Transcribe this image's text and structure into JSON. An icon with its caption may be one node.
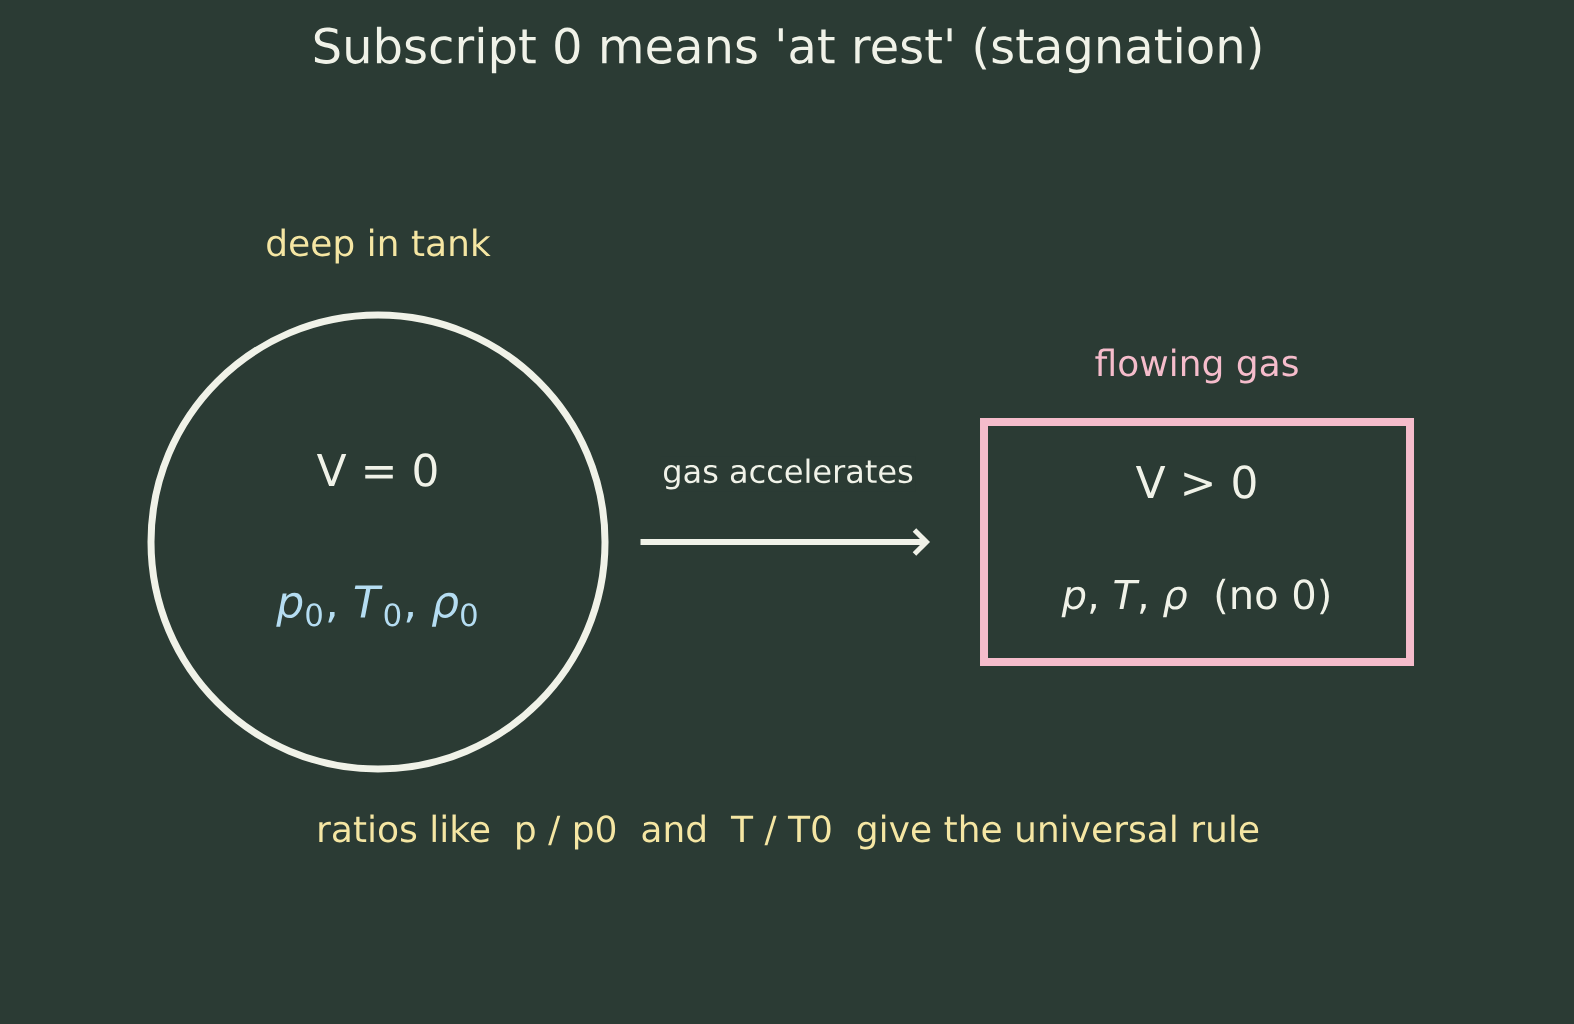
{
  "diagram": {
    "title": "Subscript 0 means 'at rest' (stagnation)",
    "nodes": [
      {
        "text": [
          "V = 0",
          "*p*$_{0}$, *T*$_{0}$, *ρ*$_{0}$"
        ],
        "beside": [
          "deep in tank"
        ]
      },
      {
        "text": [
          "V > 0",
          "*p*, *T*, *ρ*  (no 0)"
        ],
        "beside": [
          "flowing gas"
        ]
      }
    ],
    "edges": [
      {
        "from": 0,
        "to": 1,
        "arrow": "to",
        "label": "gas accelerates"
      }
    ],
    "labels": [
      "ratios like  p / p0  and  T / T0  give the universal rule"
    ]
  }
}
